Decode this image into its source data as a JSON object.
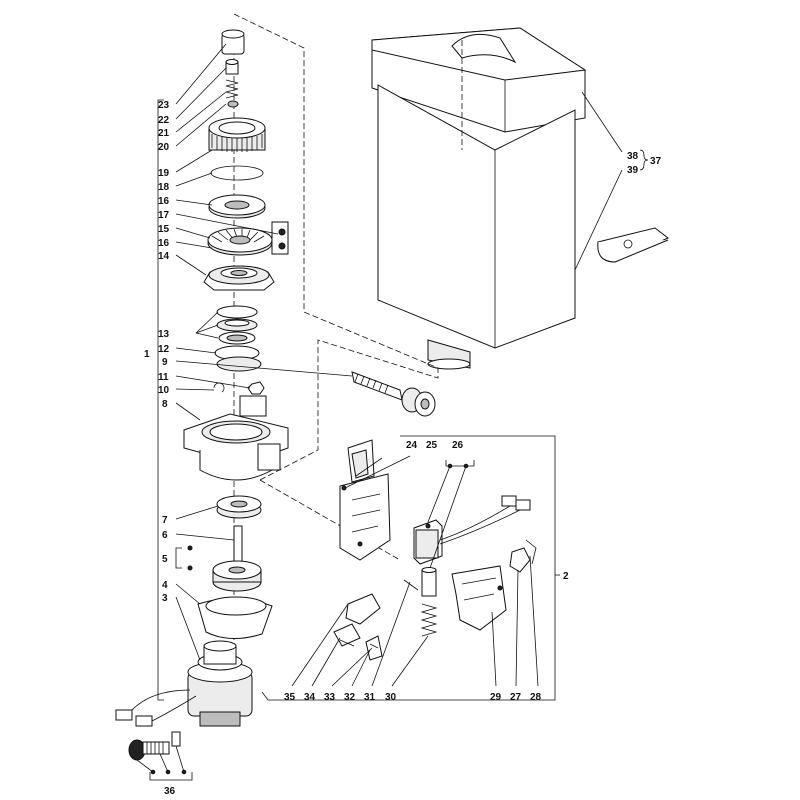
{
  "labels": {
    "p23": "23",
    "p22": "22",
    "p21": "21",
    "p20": "20",
    "p19": "19",
    "p18": "18",
    "p16a": "16",
    "p17": "17",
    "p15": "15",
    "p16b": "16",
    "p14": "14",
    "p13": "13",
    "p12": "12",
    "p1": "1",
    "p9": "9",
    "p11": "11",
    "p10": "10",
    "p8": "8",
    "p7": "7",
    "p6": "6",
    "p5": "5",
    "p4": "4",
    "p3": "3",
    "p36": "36",
    "p38": "38",
    "p37": "37",
    "p39": "39",
    "p24": "24",
    "p25": "25",
    "p26": "26",
    "p2": "2",
    "p35": "35",
    "p34": "34",
    "p33": "33",
    "p32": "32",
    "p31": "31",
    "p30": "30",
    "p29": "29",
    "p27": "27",
    "p28": "28"
  }
}
